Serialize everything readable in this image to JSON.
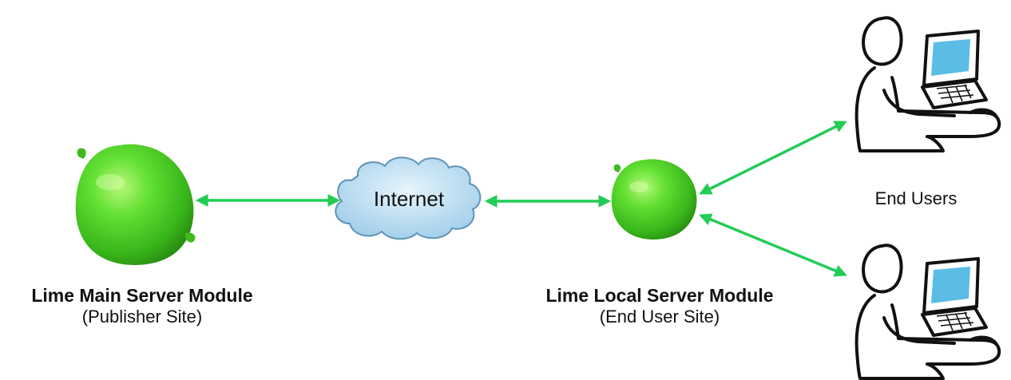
{
  "nodes": {
    "main_server": {
      "title": "Lime Main Server Module",
      "subtitle": "(Publisher Site)",
      "icon": "lime-icon"
    },
    "internet": {
      "label": "Internet",
      "icon": "cloud-icon"
    },
    "local_server": {
      "title": "Lime Local Server Module",
      "subtitle": "(End User Site)",
      "icon": "lime-icon"
    },
    "end_users": {
      "label": "End Users",
      "icon": "user-at-laptop-icon",
      "count": 2
    }
  },
  "colors": {
    "arrow": "#22cc55",
    "lime": "#4fd12a",
    "cloud": "#a9d4ec",
    "cloud_outline": "#5f93b7",
    "screen": "#5bbde6"
  }
}
